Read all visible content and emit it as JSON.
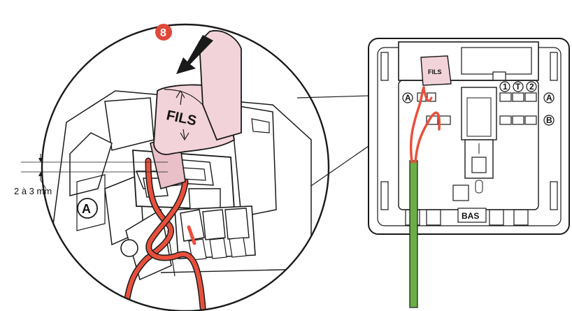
{
  "step": {
    "number": "8",
    "badge_color": "#e0483a"
  },
  "labels": {
    "key_text": "FILS",
    "measure": "2 à 3 mm",
    "zoom_terminal": "A",
    "base_bottom": "BAS",
    "terminal_a_left": "A",
    "terminal_a_right": "A",
    "terminal_b": "B",
    "terminal_1": "1",
    "terminal_t": "T",
    "terminal_2": "2",
    "mini_key_text": "FILS"
  },
  "colors": {
    "wire_red": "#e8503c",
    "wire_green": "#6aae45",
    "key_pink": "#f3d3da",
    "line": "#1a1a1a"
  }
}
